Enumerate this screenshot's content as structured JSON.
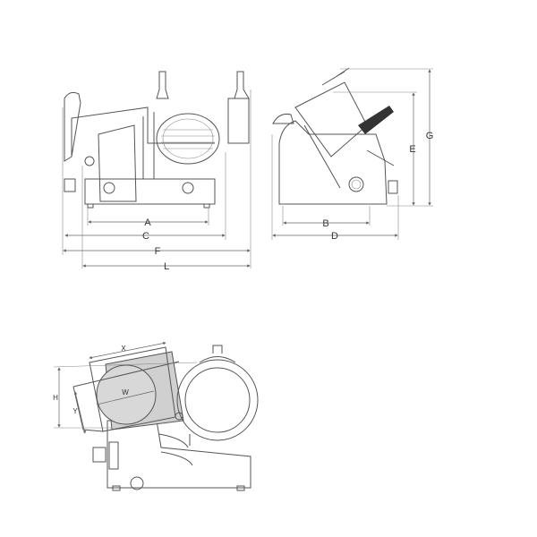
{
  "front_view": {
    "labels": {
      "A": "A",
      "C": "C",
      "F": "F",
      "L": "L"
    }
  },
  "side_view": {
    "labels": {
      "B": "B",
      "D": "D",
      "E": "E",
      "G": "G"
    }
  },
  "top_view": {
    "labels": {
      "X": "X",
      "W": "W",
      "Y": "Y",
      "H": "H"
    }
  },
  "colors": {
    "line": "#555555",
    "cut_area": "#d0d0d0",
    "guard": "#333333"
  }
}
